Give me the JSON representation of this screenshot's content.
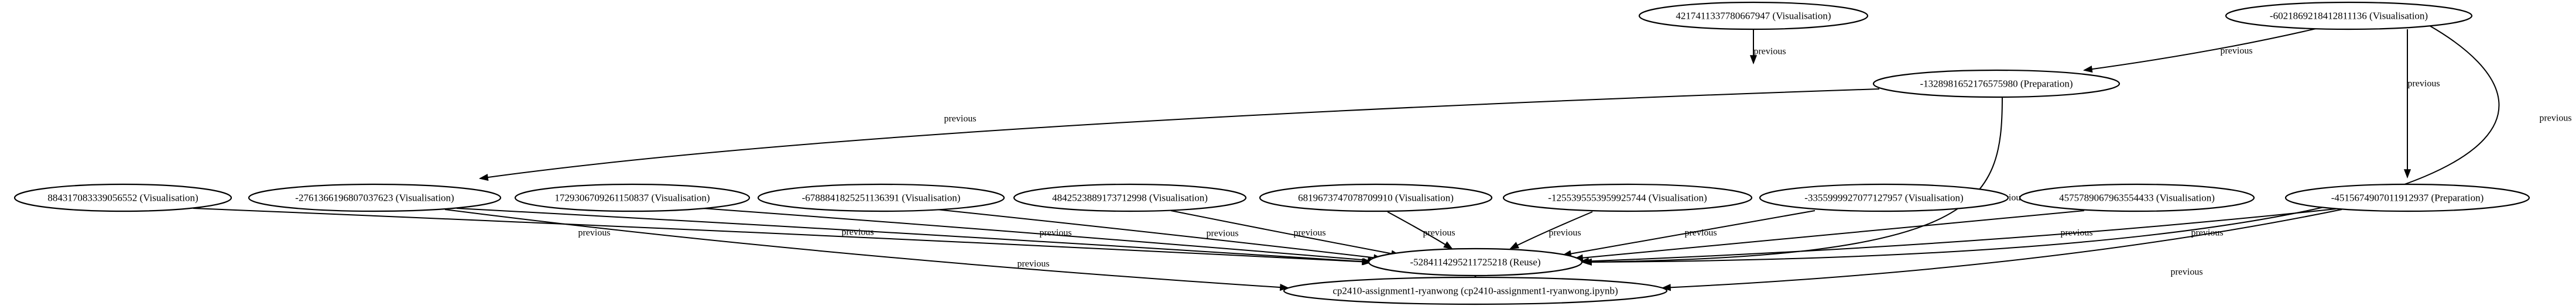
{
  "graph": {
    "nodes": [
      {
        "id": "n_4217",
        "label": "4217411337780667947 (Visualisation)"
      },
      {
        "id": "n_6021",
        "label": "-6021869218412811136 (Visualisation)"
      },
      {
        "id": "n_1328",
        "label": "-1328981652176575980 (Preparation)"
      },
      {
        "id": "n_8843",
        "label": "884317083339056552 (Visualisation)"
      },
      {
        "id": "n_2761",
        "label": "-2761366196807037623 (Visualisation)"
      },
      {
        "id": "n_1729",
        "label": "1729306709261150837 (Visualisation)"
      },
      {
        "id": "n_6788",
        "label": "-6788841825251136391 (Visualisation)"
      },
      {
        "id": "n_4842",
        "label": "4842523889173712998 (Visualisation)"
      },
      {
        "id": "n_6819",
        "label": "6819673747078709910 (Visualisation)"
      },
      {
        "id": "n_1255",
        "label": "-1255395553959925744 (Visualisation)"
      },
      {
        "id": "n_3355",
        "label": "-3355999927077127957 (Visualisation)"
      },
      {
        "id": "n_4575",
        "label": "4575789067963554433 (Visualisation)"
      },
      {
        "id": "n_4515",
        "label": "-4515674907011912937 (Preparation)"
      },
      {
        "id": "n_5284",
        "label": "-5284114295211725218 (Reuse)"
      },
      {
        "id": "n_cp24",
        "label": "cp2410-assignment1-ryanwong (cp2410-assignment1-ryanwong.ipynb)"
      }
    ],
    "edges": [
      {
        "from": "n_4217",
        "to": "n_1328",
        "label": "previous"
      },
      {
        "from": "n_6021",
        "to": "n_1328",
        "label": "previous"
      },
      {
        "from": "n_6021",
        "to": "n_4515",
        "label": "previous"
      },
      {
        "from": "n_6021",
        "to": "n_5284",
        "label": "previous"
      },
      {
        "from": "n_1328",
        "to": "n_2761",
        "label": "previous"
      },
      {
        "from": "n_1328",
        "to": "n_5284",
        "label": "previous"
      },
      {
        "from": "n_8843",
        "to": "n_5284",
        "label": "previous"
      },
      {
        "from": "n_2761",
        "to": "n_5284",
        "label": "previous"
      },
      {
        "from": "n_2761",
        "to": "n_cp24",
        "label": "previous"
      },
      {
        "from": "n_1729",
        "to": "n_5284",
        "label": "previous"
      },
      {
        "from": "n_6788",
        "to": "n_5284",
        "label": "previous"
      },
      {
        "from": "n_4842",
        "to": "n_5284",
        "label": "previous"
      },
      {
        "from": "n_6819",
        "to": "n_5284",
        "label": "previous"
      },
      {
        "from": "n_1255",
        "to": "n_5284",
        "label": "previous"
      },
      {
        "from": "n_3355",
        "to": "n_5284",
        "label": "previous"
      },
      {
        "from": "n_4575",
        "to": "n_5284",
        "label": "previous"
      },
      {
        "from": "n_4515",
        "to": "n_5284",
        "label": "previous"
      },
      {
        "from": "n_4515",
        "to": "n_cp24",
        "label": "previous"
      },
      {
        "from": "n_5284",
        "to": "n_cp24",
        "label": "previous"
      }
    ]
  }
}
